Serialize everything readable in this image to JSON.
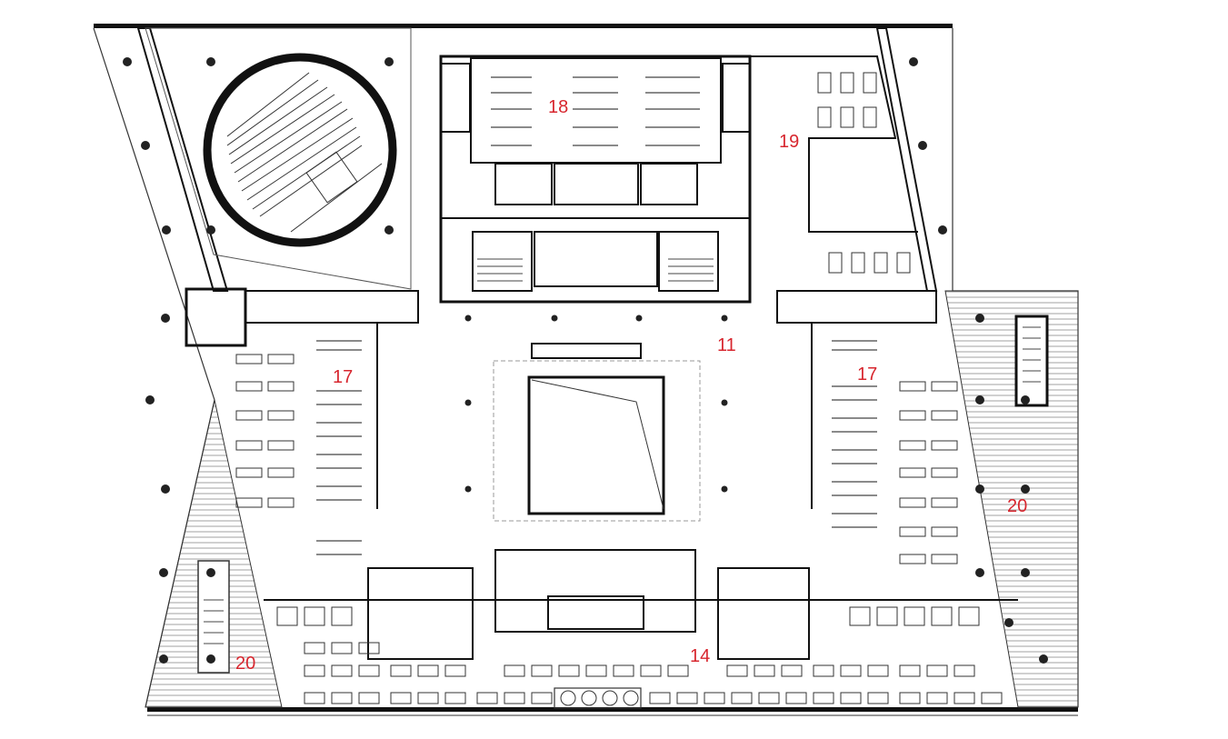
{
  "labels": {
    "l11": "11",
    "l14": "14",
    "l17_left": "17",
    "l17_right": "17",
    "l18": "18",
    "l19": "19",
    "l20_right": "20",
    "l20_left": "20"
  },
  "colors": {
    "wall": "#111111",
    "line": "#333333",
    "label": "#d7262e",
    "hatch": "#555555",
    "dash": "#999999"
  }
}
